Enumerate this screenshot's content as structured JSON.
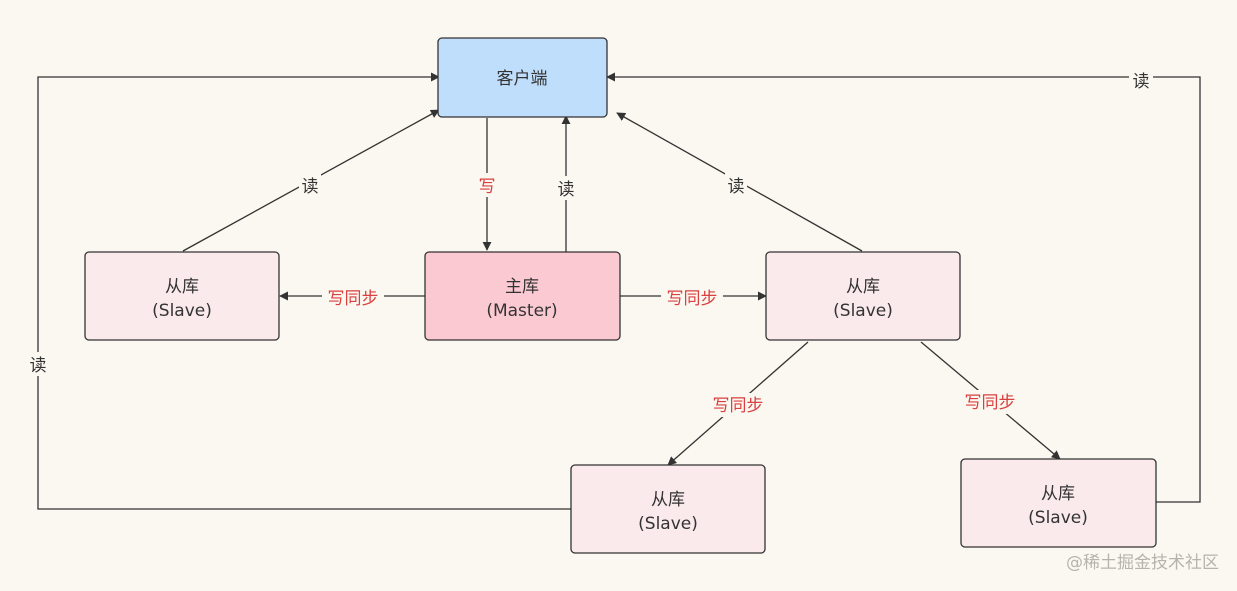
{
  "colors": {
    "background": "#faf8f1",
    "client_fill": "#bfdefc",
    "master_fill": "#fbc9d1",
    "slave_fill": "#faeaec",
    "stroke": "#333333",
    "write_label": "#d9403f",
    "read_label": "#333333"
  },
  "nodes": {
    "client": {
      "title": "客户端"
    },
    "master": {
      "title": "主库",
      "subtitle": "(Master)"
    },
    "slave_left": {
      "title": "从库",
      "subtitle": "(Slave)"
    },
    "slave_right": {
      "title": "从库",
      "subtitle": "(Slave)"
    },
    "slave_bottom_left": {
      "title": "从库",
      "subtitle": "(Slave)"
    },
    "slave_bottom_right": {
      "title": "从库",
      "subtitle": "(Slave)"
    }
  },
  "edges": {
    "client_to_master": "写",
    "master_to_client": "读",
    "slave_left_to_client": "读",
    "slave_right_to_client": "读",
    "slave_bottom_left_to_client": "读",
    "slave_bottom_right_to_client": "读",
    "master_to_slave_left": "写同步",
    "master_to_slave_right": "写同步",
    "slave_right_to_bottom_left": "写同步",
    "slave_right_to_bottom_right": "写同步"
  },
  "watermark": "@稀土掘金技术社区"
}
